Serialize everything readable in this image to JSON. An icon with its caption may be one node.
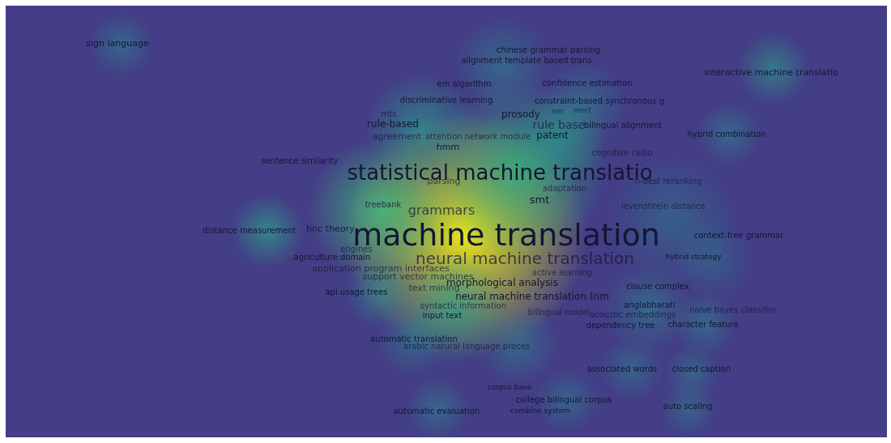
{
  "diagram": {
    "labels": [
      "sign language",
      "chinese grammar parsing",
      "alignment template based trans",
      "interactive machine translatio",
      "em algorithm",
      "confidence estimation",
      "discriminative learning",
      "constraint-based synchronous g",
      "mts",
      "prosody",
      "ner",
      "mert",
      "rule-based",
      "rule base",
      "bilingual alignment",
      "agreement",
      "attention network module",
      "patent",
      "hybrid combination",
      "hmm",
      "cognitive radio",
      "sentence similarity",
      "statistical machine translatio",
      "parsing",
      "n-best reranking",
      "adaptation",
      "treebank",
      "smt",
      "grammars",
      "levenshtein distance",
      "distance measurement",
      "hnc theory",
      "machine translation",
      "context-free grammar",
      "engines",
      "agriculture domain",
      "neural machine translation",
      "hybrid strategy",
      "application program interfaces",
      "active learning",
      "support vector machines",
      "morphological analysis",
      "clause complex",
      "api usage trees",
      "text mining",
      "neural machine translation (nm",
      "anglabharati",
      "naive bayes classifier",
      "syntactic information",
      "bilingual model",
      "input text",
      "acoustic embeddings",
      "dependency tree",
      "character feature",
      "automatic translation",
      "arabic natural language proces",
      "associated words",
      "closed caption",
      "corpus base",
      "college bilingual corpus",
      "automatic evaluation",
      "combine system",
      "auto scaling"
    ]
  }
}
